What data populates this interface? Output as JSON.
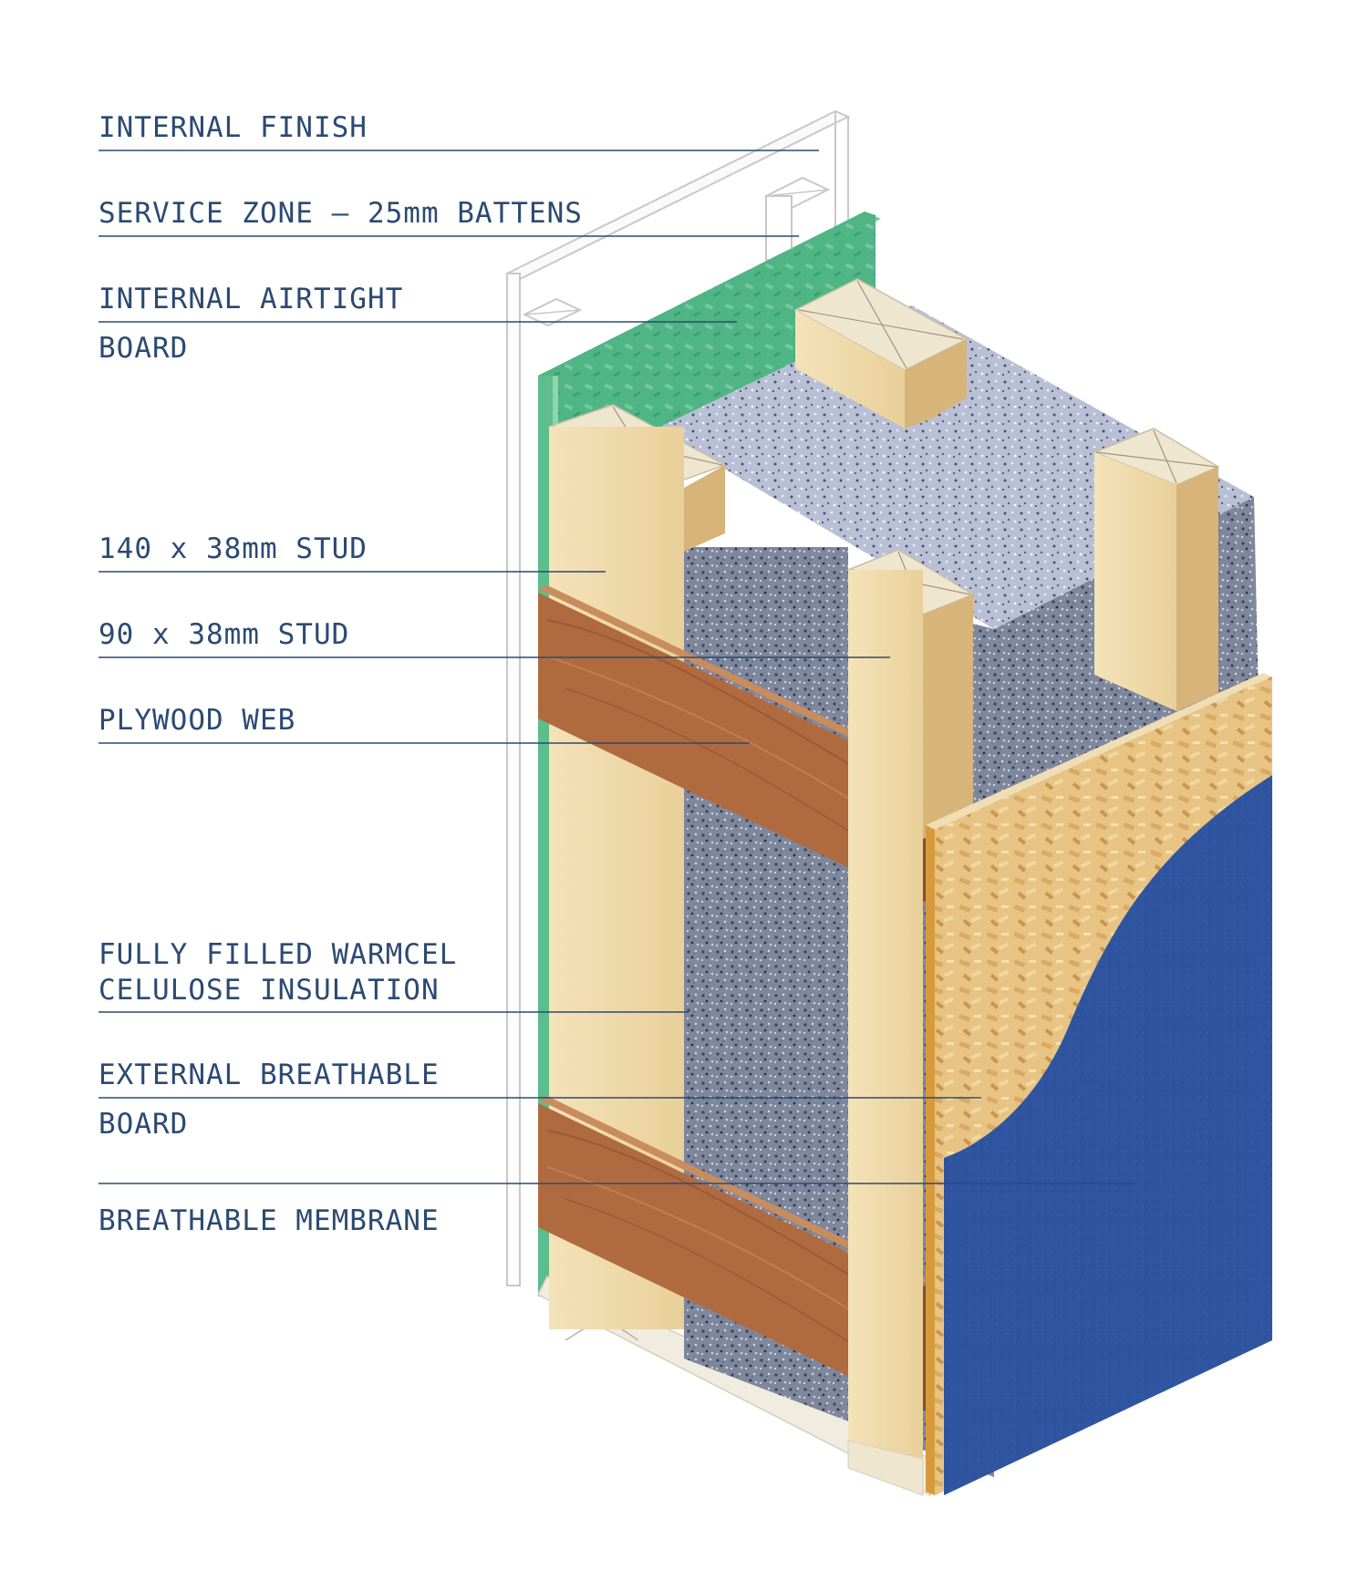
{
  "labels": {
    "internal_finish": "INTERNAL FINISH",
    "service_zone": "SERVICE ZONE – 25mm BATTENS",
    "airtight_line1": "INTERNAL AIRTIGHT",
    "airtight_line2": "BOARD",
    "stud_140": "140 x 38mm STUD",
    "stud_90": "90 x 38mm STUD",
    "plywood_web": "PLYWOOD WEB",
    "insulation_line1": "FULLY FILLED WARMCEL",
    "insulation_line2": "CELULOSE INSULATION",
    "breathable_board_line1": "EXTERNAL BREATHABLE",
    "breathable_board_line2": "BOARD",
    "membrane": "BREATHABLE MEMBRANE"
  },
  "colors": {
    "label_text": "#2b4a72",
    "leader_line": "#2b4a72",
    "airtight_board": "#4fb585",
    "timber": "#f2ddb0",
    "timber_end": "#efe6d0",
    "plywood": "#b06a40",
    "insulation": "#7a8299",
    "insulation_top": "#c2c8da",
    "osb": "#e6c182",
    "membrane": "#2f55a0"
  }
}
